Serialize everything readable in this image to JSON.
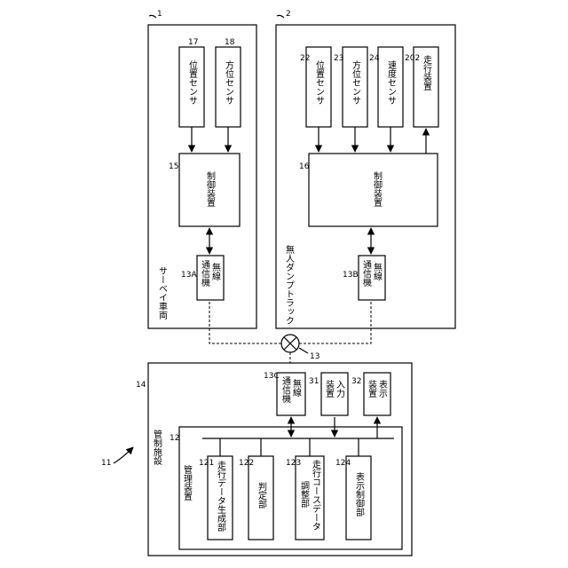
{
  "survey_vehicle": {
    "ref": "1",
    "label": "サーベイ車両",
    "position_sensor": {
      "ref": "17",
      "label": "位置センサ"
    },
    "azimuth_sensor": {
      "ref": "18",
      "label": "方位センサ"
    },
    "controller": {
      "ref": "15",
      "label": "制御装置"
    },
    "wireless": {
      "ref": "13A",
      "line1": "無線",
      "line2": "通信機"
    }
  },
  "dump_truck": {
    "ref": "2",
    "label": "無人ダンプトラック",
    "position_sensor": {
      "ref": "22",
      "label": "位置センサ"
    },
    "azimuth_sensor": {
      "ref": "23",
      "label": "方位センサ"
    },
    "speed_sensor": {
      "ref": "24",
      "label": "速度センサ"
    },
    "travel_device": {
      "ref": "202",
      "label": "走行装置"
    },
    "controller": {
      "ref": "16",
      "label": "制御装置"
    },
    "wireless": {
      "ref": "13B",
      "line1": "無線",
      "line2": "通信機"
    }
  },
  "network": {
    "ref": "13"
  },
  "system": {
    "ref": "11"
  },
  "control_facility": {
    "ref": "14",
    "label": "管制施設",
    "wireless": {
      "ref": "13C",
      "line1": "無線",
      "line2": "通信機"
    },
    "input_device": {
      "ref": "31",
      "line1": "入力",
      "line2": "装置"
    },
    "display_device": {
      "ref": "32",
      "line1": "表示",
      "line2": "装置"
    },
    "management": {
      "ref": "12",
      "label": "管理装置",
      "route_gen": {
        "ref": "121",
        "label": "走行データ生成部"
      },
      "judge": {
        "ref": "122",
        "label": "判定部"
      },
      "course_adj": {
        "ref": "123",
        "line1": "走行コースデータ",
        "line2": "調整部"
      },
      "display_ctrl": {
        "ref": "124",
        "label": "表示制御部"
      }
    }
  }
}
